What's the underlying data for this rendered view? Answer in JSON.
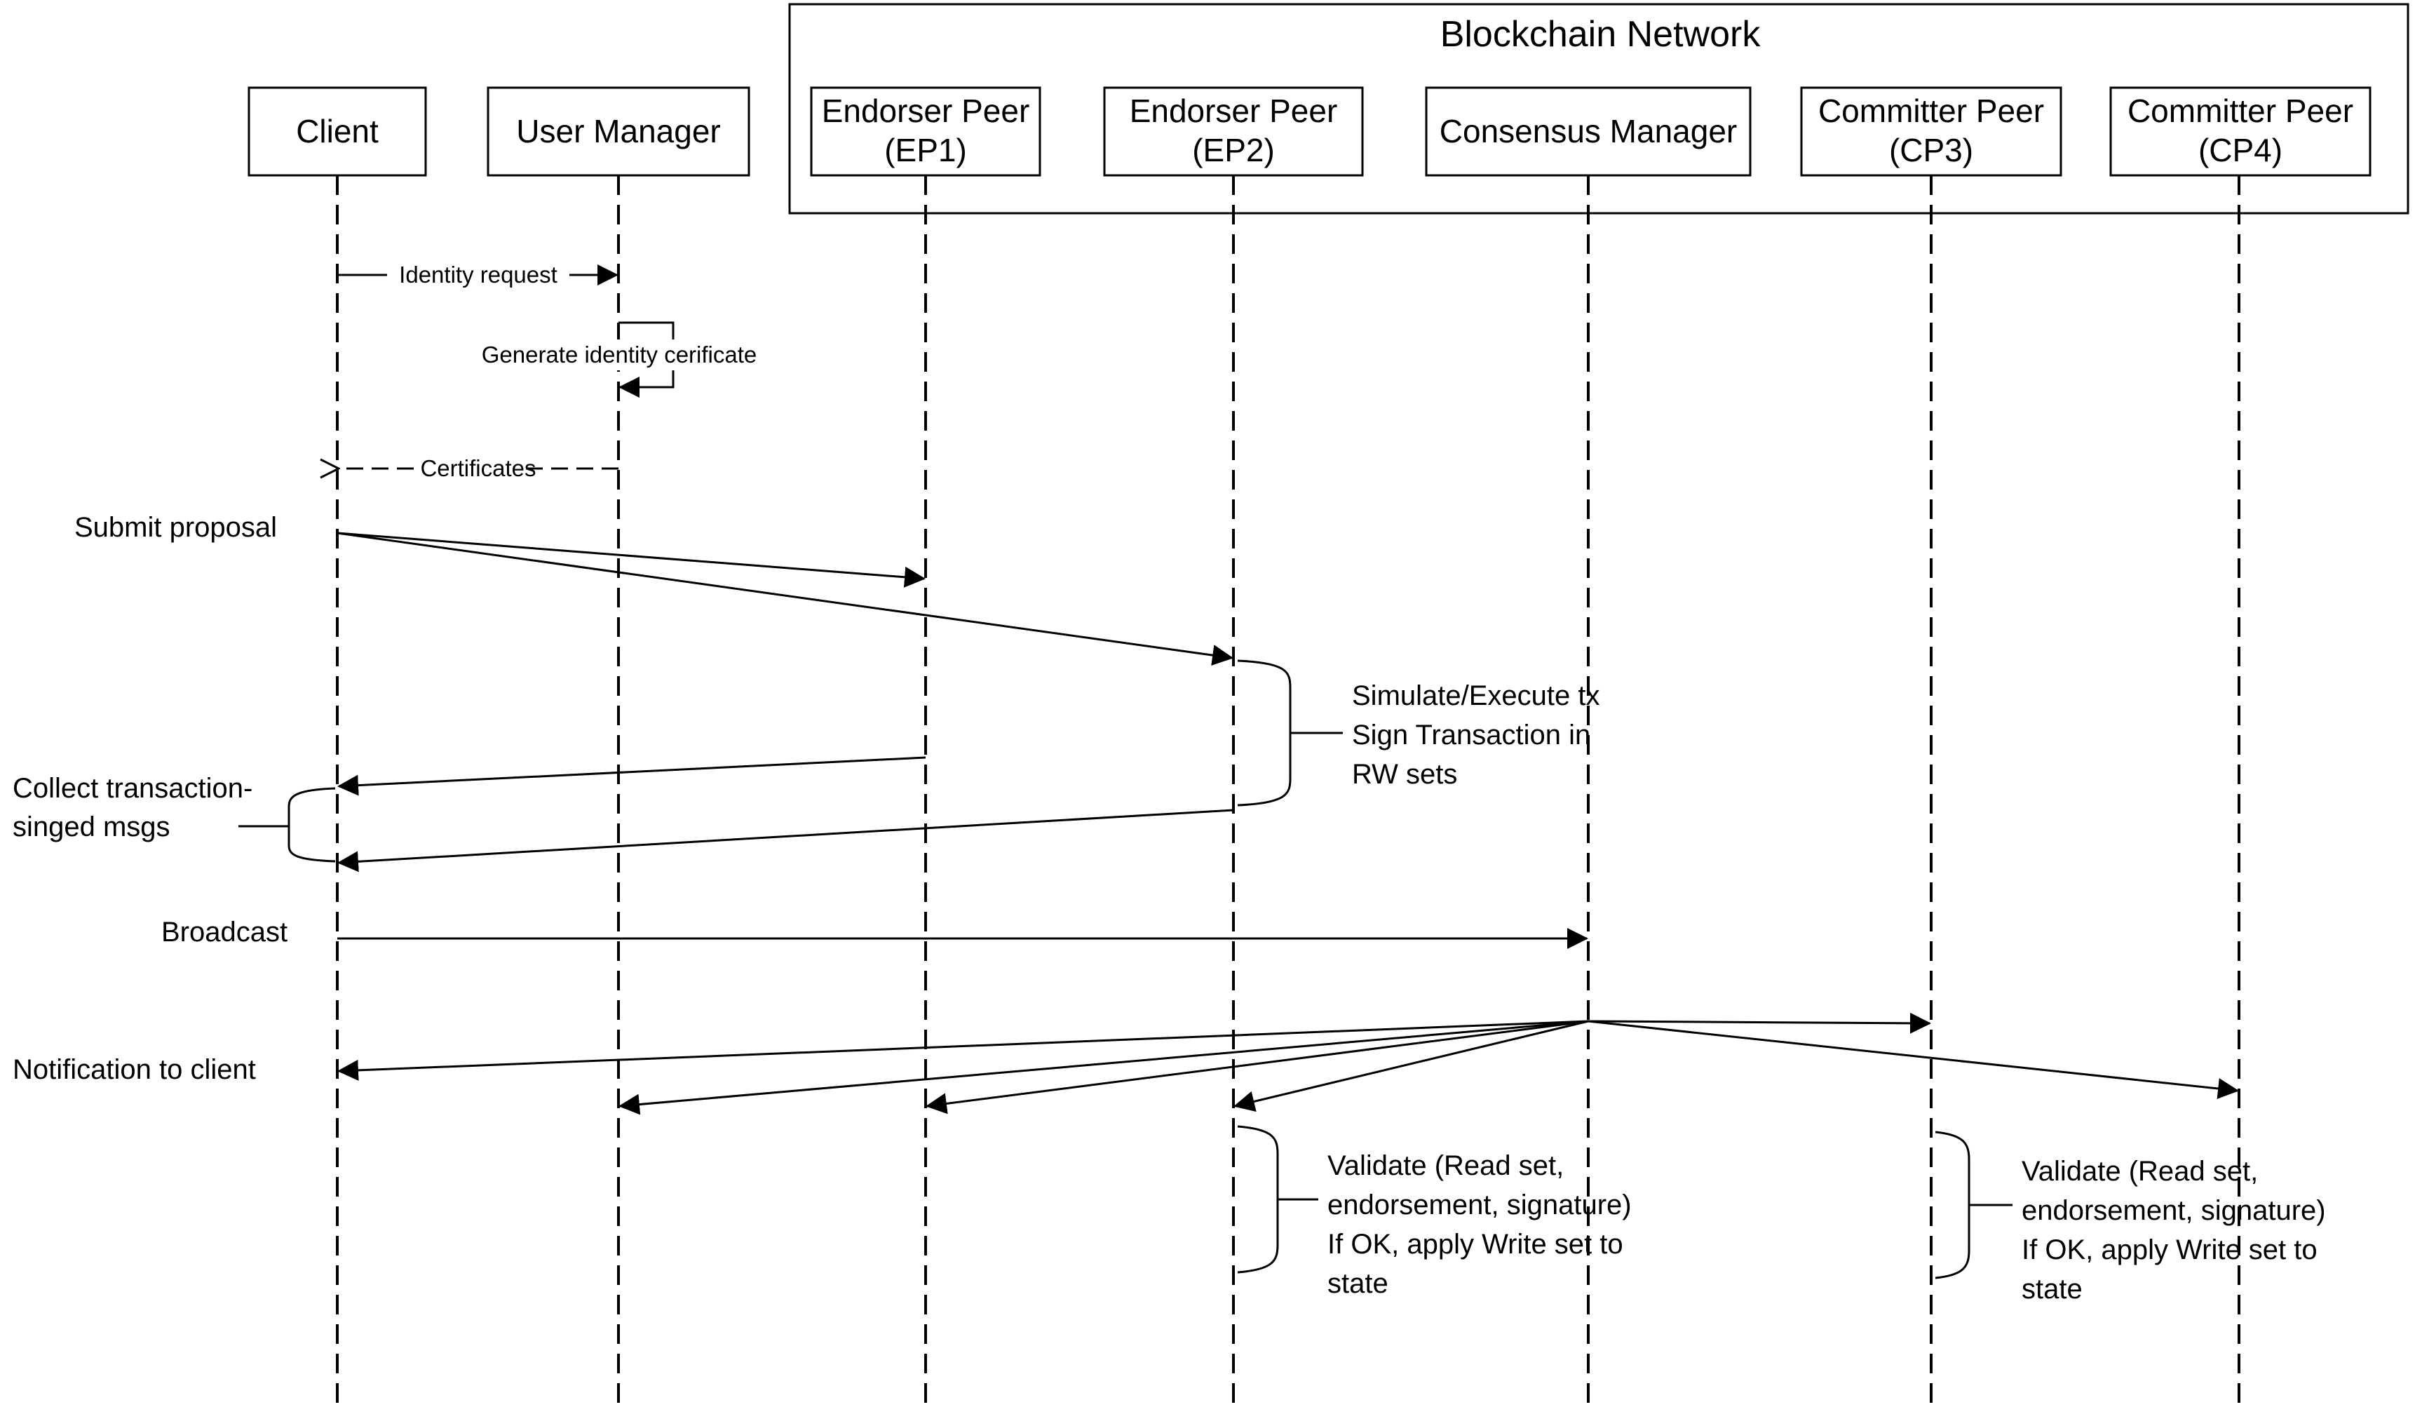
{
  "network": {
    "title": "Blockchain Network"
  },
  "actors": {
    "client": {
      "lines": [
        "Client"
      ]
    },
    "user_manager": {
      "lines": [
        "User Manager"
      ]
    },
    "ep1": {
      "lines": [
        "Endorser Peer",
        "(EP1)"
      ]
    },
    "ep2": {
      "lines": [
        "Endorser Peer",
        "(EP2)"
      ]
    },
    "consensus": {
      "lines": [
        "Consensus Manager"
      ]
    },
    "cp3": {
      "lines": [
        "Committer Peer",
        "(CP3)"
      ]
    },
    "cp4": {
      "lines": [
        "Committer Peer",
        "(CP4)"
      ]
    }
  },
  "messages": {
    "identity_request": "Identity request",
    "generate_cert": "Generate identity cerificate",
    "certificates": "Certificates"
  },
  "side_labels": {
    "submit": "Submit proposal",
    "collect": [
      "Collect transaction-",
      "singed msgs"
    ],
    "broadcast": "Broadcast",
    "notification": "Notification to client"
  },
  "notes": {
    "endorse": [
      "Simulate/Execute tx",
      "Sign Transaction in",
      "RW sets"
    ],
    "validate_ep2": [
      "Validate (Read set,",
      "endorsement, signature)",
      "If OK, apply Write set to",
      "state"
    ],
    "validate_cp3": [
      "Validate (Read set,",
      "endorsement, signature)",
      "If OK, apply Write set to",
      "state"
    ]
  }
}
